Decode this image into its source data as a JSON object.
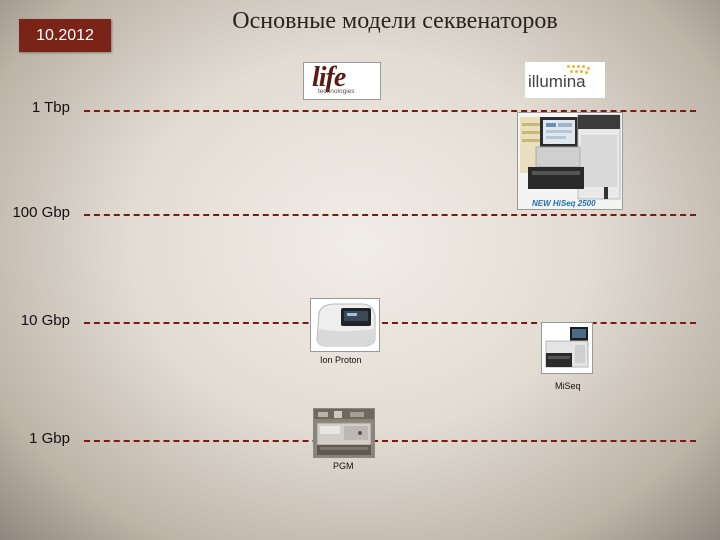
{
  "date": "10.2012",
  "title": "Основные модели секвенаторов",
  "levels": [
    {
      "label": "1 Tbp"
    },
    {
      "label": "100 Gbp"
    },
    {
      "label": "10 Gbp"
    },
    {
      "label": "1 Gbp"
    }
  ],
  "logos": {
    "life": {
      "word": "life",
      "sub": "technologies"
    },
    "illumina": {
      "word": "illumina"
    }
  },
  "devices": {
    "hiseq": {
      "label": "NEW HiSeq 2500"
    },
    "ion_proton": {
      "caption": "Ion Proton"
    },
    "miseq": {
      "caption": "MiSeq"
    },
    "pgm": {
      "caption": "PGM"
    }
  },
  "colors": {
    "accent": "#7a2418",
    "dash_line": "#7b1a12",
    "illumina_dots": "#f2b632",
    "hiseq_new": "#e8781e",
    "hiseq_name": "#1f6fb5"
  }
}
